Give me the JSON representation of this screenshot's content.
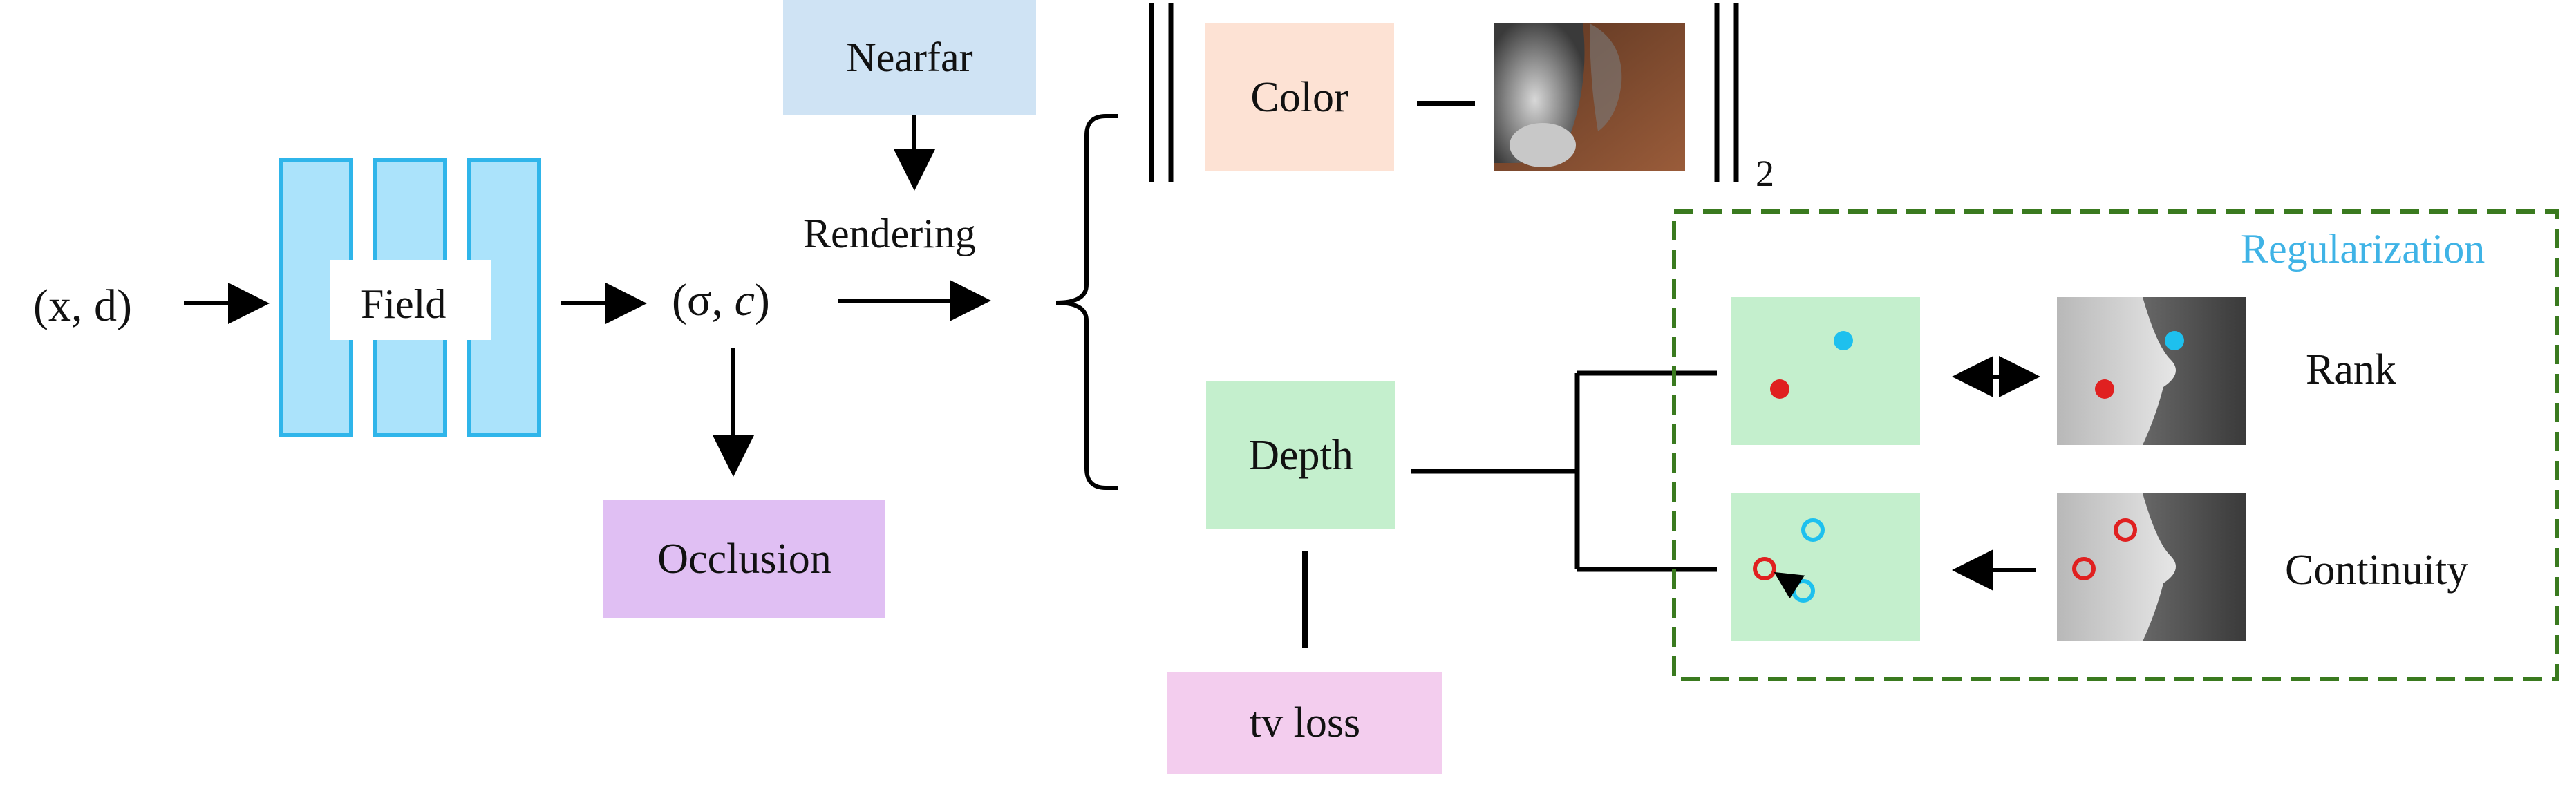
{
  "input": {
    "label": "(x, d)"
  },
  "field": {
    "label": "Field"
  },
  "output": {
    "label": "(σ, ",
    "c": "c",
    "close": ")"
  },
  "nearfar": {
    "label": "Nearfar"
  },
  "rendering": {
    "label": "Rendering"
  },
  "occlusion": {
    "label": "Occlusion"
  },
  "color": {
    "label": "Color"
  },
  "norm": {
    "subscript": "2"
  },
  "depth": {
    "label": "Depth"
  },
  "tvloss": {
    "label": "tv loss"
  },
  "regularization": {
    "title": "Regularization",
    "rank_label": "Rank",
    "continuity_label": "Continuity"
  },
  "colors": {
    "field_fill": "#abe3fb",
    "field_stroke": "#2fb5ea",
    "nearfar": "#cfe3f4",
    "color_box": "#fde2d4",
    "depth_box": "#c4efcd",
    "occlusion": "#e0bff3",
    "tvloss": "#f3cdee",
    "reg_border": "#3a7a1f",
    "reg_title": "#3fb3e6",
    "dot_red": "#e02020",
    "dot_blue": "#1ec0ee"
  }
}
